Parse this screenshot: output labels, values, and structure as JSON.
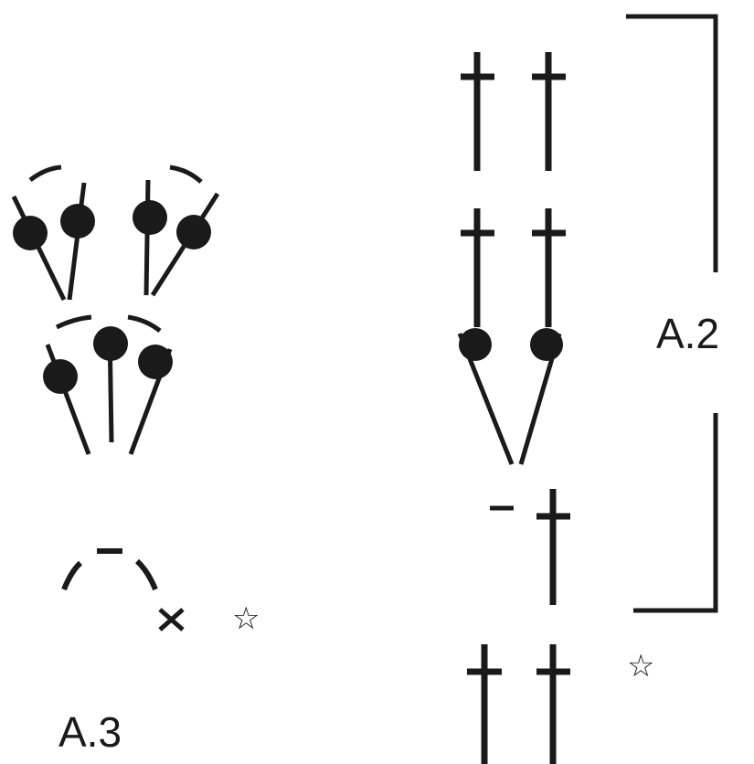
{
  "labels": {
    "a2": "A.2",
    "a3": "A.3"
  },
  "markers": {
    "star_a3": "☆",
    "star_a2": "☆"
  },
  "colors": {
    "ink": "#1a1a1a",
    "background": "#ffffff"
  },
  "symbols": {
    "a2": [
      "double-crochet",
      "double-crochet",
      "double-crochet",
      "double-crochet",
      "bobble",
      "bobble",
      "chain",
      "double-crochet",
      "double-crochet",
      "double-crochet"
    ],
    "a3": [
      "bobble-cluster",
      "bobble-cluster",
      "bobble-cluster",
      "chain-arch",
      "single-crochet"
    ]
  }
}
